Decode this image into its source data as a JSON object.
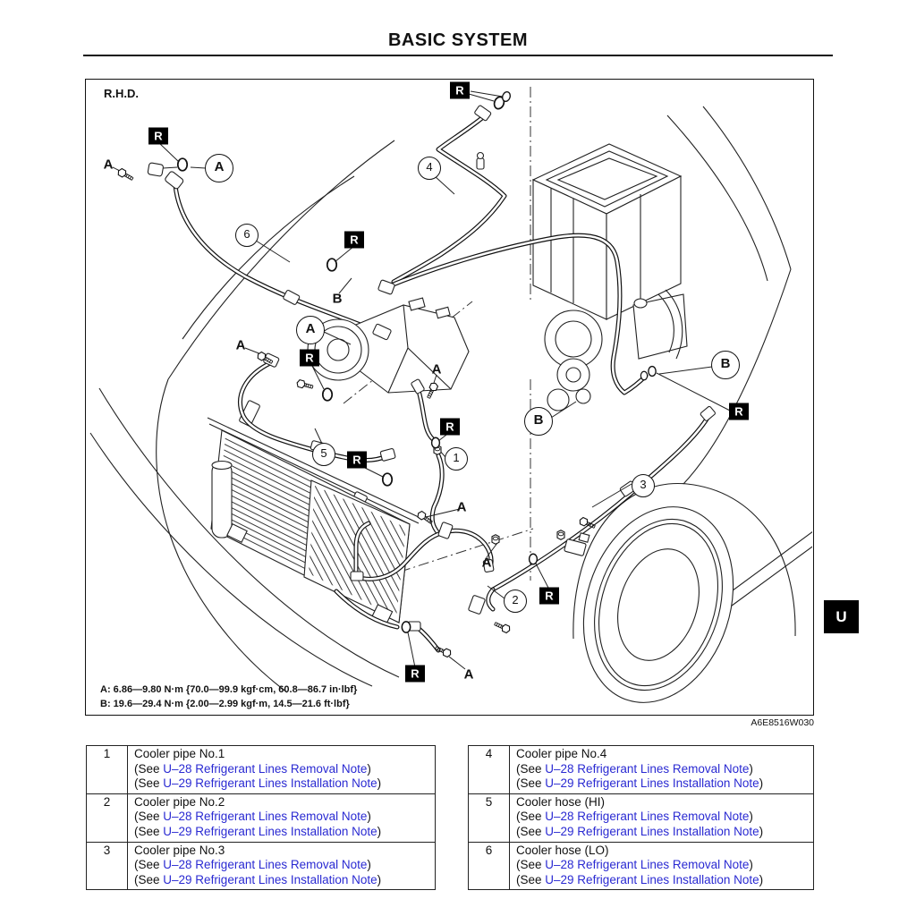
{
  "page": {
    "title": "BASIC SYSTEM",
    "section_tab": "U"
  },
  "colors": {
    "link": "#2a2ad2",
    "marker_bg": "#000000",
    "line_art": "#111111"
  },
  "diagram": {
    "layout_label": "R.H.D.",
    "figure_id": "A6E8516W030",
    "recycle_marker": "R",
    "torque_notes": [
      "A: 6.86—9.80 N·m {70.0—99.9 kgf·cm, 60.8—86.7 in·lbf}",
      "B: 19.6—29.4 N·m {2.00—2.99 kgf·m, 14.5—21.6 ft·lbf}"
    ],
    "callout_numbers": [
      "1",
      "2",
      "3",
      "4",
      "5",
      "6"
    ],
    "circled_letters": [
      "A",
      "A",
      "B",
      "B"
    ],
    "point_letters": [
      "A",
      "A",
      "A",
      "A",
      "A",
      "A",
      "B"
    ]
  },
  "parts_table": {
    "see_open": "(See ",
    "see_close": ")",
    "rows": [
      {
        "num": "1",
        "name": "Cooler pipe No.1",
        "links": [
          "U–28 Refrigerant Lines Removal Note",
          "U–29 Refrigerant Lines Installation Note"
        ]
      },
      {
        "num": "2",
        "name": "Cooler pipe No.2",
        "links": [
          "U–28 Refrigerant Lines Removal Note",
          "U–29 Refrigerant Lines Installation Note"
        ]
      },
      {
        "num": "3",
        "name": "Cooler pipe No.3",
        "links": [
          "U–28 Refrigerant Lines Removal Note",
          "U–29 Refrigerant Lines Installation Note"
        ]
      },
      {
        "num": "4",
        "name": "Cooler pipe No.4",
        "links": [
          "U–28 Refrigerant Lines Removal Note",
          "U–29 Refrigerant Lines Installation Note"
        ]
      },
      {
        "num": "5",
        "name": "Cooler hose (HI)",
        "links": [
          "U–28 Refrigerant Lines Removal Note",
          "U–29 Refrigerant Lines Installation Note"
        ]
      },
      {
        "num": "6",
        "name": "Cooler hose (LO)",
        "links": [
          "U–28 Refrigerant Lines Removal Note",
          "U–29 Refrigerant Lines Installation Note"
        ]
      }
    ]
  }
}
